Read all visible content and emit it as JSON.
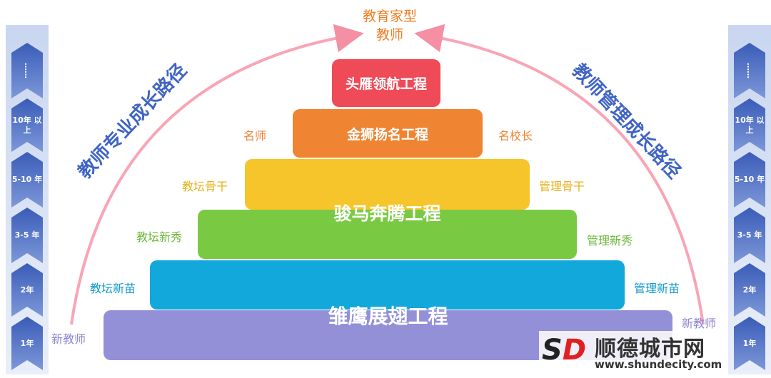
{
  "top_title": "教育家型教师",
  "left_path_title": "教师专业成长路径",
  "right_path_title": "教师管理成长路径",
  "tiers": [
    {
      "label": "头雁领航工程",
      "color": "#ee4a57"
    },
    {
      "label": "金狮扬名工程",
      "color": "#ef8432"
    },
    {
      "label": "骏马奔腾工程",
      "color": "#f5c52b"
    },
    {
      "label": "",
      "color": "#7ac943"
    },
    {
      "label": "",
      "color": "#12a8dc"
    },
    {
      "label": "雏鹰展翅工程",
      "color": "#9490d8"
    }
  ],
  "left_labels": [
    "名师",
    "教坛骨干",
    "教坛新秀",
    "教坛新苗",
    "新教师"
  ],
  "right_labels": [
    "名校长",
    "管理骨干",
    "管理新秀",
    "管理新苗",
    "新教师"
  ],
  "years": [
    "……",
    "10年 以上",
    "5-10 年",
    "3-5 年",
    "2年",
    "1年"
  ],
  "watermark": {
    "brand": "顺德城市网",
    "url": "www.shundecity.com",
    "logo": "SD"
  }
}
